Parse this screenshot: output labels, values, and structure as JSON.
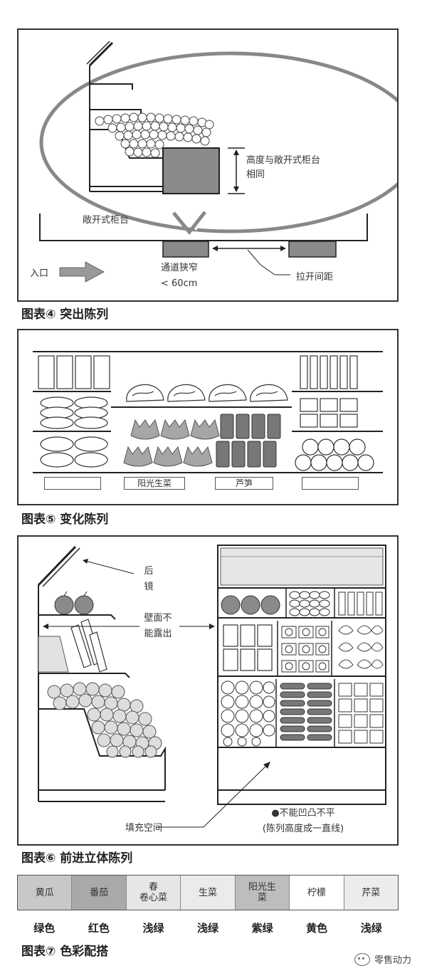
{
  "fig4": {
    "caption": "图表④ 突出陈列",
    "height_note_1": "高度与敞开式柜台",
    "height_note_2": "相同",
    "open_counter": "敞开式柜台",
    "entrance": "入口",
    "narrow_aisle_1": "通道狭窄",
    "narrow_aisle_2": "< 60cm",
    "widen_spacing": "拉开间距"
  },
  "fig5": {
    "caption": "图表⑤ 变化陈列",
    "sign_lettuce": "阳光生菜",
    "sign_asparagus": "芦笋"
  },
  "fig6": {
    "caption": "图表⑥ 前进立体陈列",
    "mirror_1": "后",
    "mirror_2": "镜",
    "wall_1": "壁面不",
    "wall_2": "能露出",
    "fill_space": "填充空间",
    "note_1": "●不能凹凸不平",
    "note_2": "(陈列高度成一直线)"
  },
  "fig7": {
    "caption": "图表⑦ 色彩配搭",
    "cells": [
      {
        "line1": "黄瓜",
        "line2": "",
        "bg": "#c8c8c8"
      },
      {
        "line1": "番茄",
        "line2": "",
        "bg": "#a9a9a9"
      },
      {
        "line1": "春",
        "line2": "卷心菜",
        "bg": "#e6e6e6"
      },
      {
        "line1": "生菜",
        "line2": "",
        "bg": "#ebebeb"
      },
      {
        "line1": "阳光生",
        "line2": "菜",
        "bg": "#bdbdbd"
      },
      {
        "line1": "柠檬",
        "line2": "",
        "bg": "#ffffff"
      },
      {
        "line1": "芹菜",
        "line2": "",
        "bg": "#ececec"
      }
    ],
    "colors": [
      "绿色",
      "红色",
      "浅绿",
      "浅绿",
      "紫绿",
      "黄色",
      "浅绿"
    ]
  },
  "watermark": "零售动力"
}
